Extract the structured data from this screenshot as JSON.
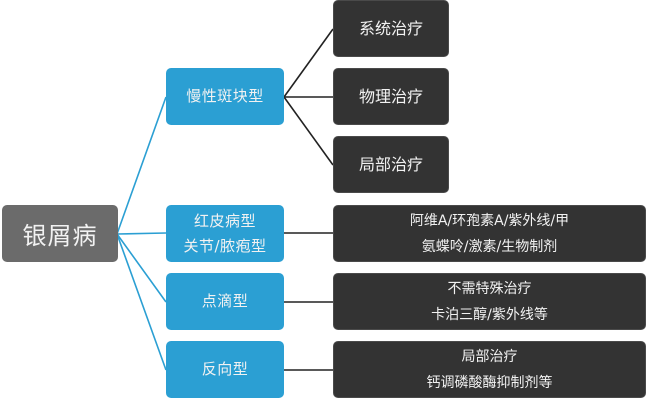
{
  "diagram": {
    "type": "mind-map",
    "colors": {
      "root_fill": "#6b6b6b",
      "branch_fill": "#2b9fd3",
      "leaf_fill": "#333333",
      "root_connector": "#2b9fd3",
      "leaf_connector": "#222222",
      "text": "#f2f2f2"
    },
    "root": {
      "label": "银屑病"
    },
    "branches": [
      {
        "lines": [
          "慢性斑块型"
        ],
        "treatments": [
          {
            "lines": [
              "系统治疗"
            ]
          },
          {
            "lines": [
              "物理治疗"
            ]
          },
          {
            "lines": [
              "局部治疗"
            ]
          }
        ]
      },
      {
        "lines": [
          "红皮病型",
          "关节/脓疱型"
        ],
        "treatments": [
          {
            "lines": [
              "阿维A/环孢素A/紫外线/甲",
              "氨蝶呤/激素/生物制剂"
            ]
          }
        ]
      },
      {
        "lines": [
          "点滴型"
        ],
        "treatments": [
          {
            "lines": [
              "不需特殊治疗",
              "卡泊三醇/紫外线等"
            ]
          }
        ]
      },
      {
        "lines": [
          "反向型"
        ],
        "treatments": [
          {
            "lines": [
              "局部治疗",
              "钙调磷酸酶抑制剂等"
            ]
          }
        ]
      }
    ]
  }
}
